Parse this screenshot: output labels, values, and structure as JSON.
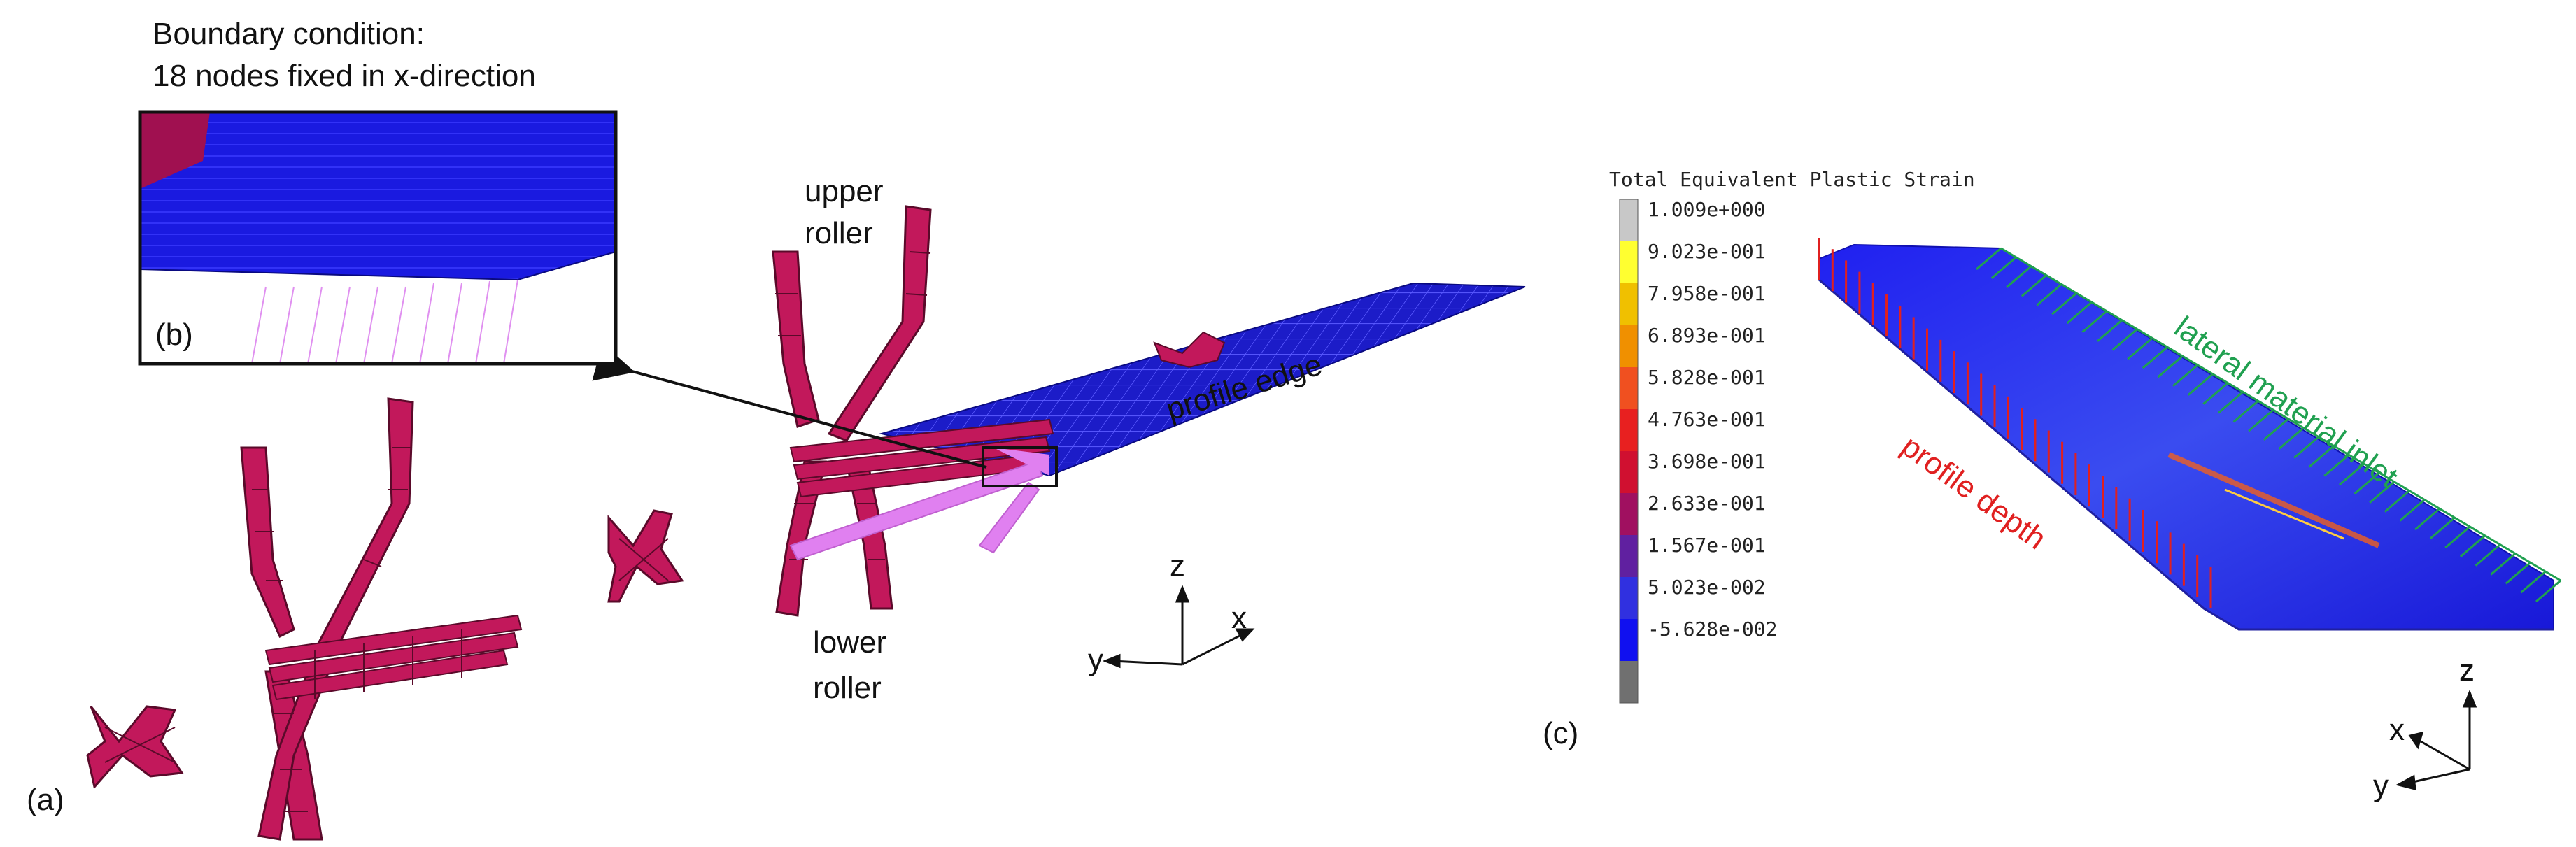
{
  "panel_a": {
    "label": "(a)",
    "bc_line1": "Boundary condition:",
    "bc_line2": "18 nodes fixed in x-direction",
    "inset_label": "(b)",
    "upper_roller_1": "upper",
    "upper_roller_2": "roller",
    "lower_roller_1": "lower",
    "lower_roller_2": "roller",
    "profile_edge": "profile edge",
    "axes": {
      "z": "z",
      "x": "x",
      "y": "y"
    }
  },
  "panel_c": {
    "label": "(c)",
    "legend_title": "Total Equivalent Plastic Strain",
    "legend": [
      {
        "value": "1.009e+000",
        "color": "#c8c8c8"
      },
      {
        "value": "9.023e-001",
        "color": "#ffff30"
      },
      {
        "value": "7.958e-001",
        "color": "#f0c000"
      },
      {
        "value": "6.893e-001",
        "color": "#f09000"
      },
      {
        "value": "5.828e-001",
        "color": "#f05020"
      },
      {
        "value": "4.763e-001",
        "color": "#e82020"
      },
      {
        "value": "3.698e-001",
        "color": "#d01030"
      },
      {
        "value": "2.633e-001",
        "color": "#a01060"
      },
      {
        "value": "1.567e-001",
        "color": "#6020a0"
      },
      {
        "value": "5.023e-002",
        "color": "#3030e0"
      },
      {
        "value": "-5.628e-002",
        "color": "#1010f0"
      },
      {
        "value": "",
        "color": "#707070"
      }
    ],
    "profile_depth": "profile depth",
    "lateral_inlet": "lateral material inlet",
    "axes": {
      "z": "z",
      "x": "x",
      "y": "y"
    }
  },
  "colors": {
    "roller": "#c2185b",
    "roller_dark": "#5a0a2a",
    "sheet": "#2a2ad0",
    "sheet_mesh": "#6060ff",
    "bc_arrow": "#e080f0",
    "depth_red": "#e02020",
    "inlet_green": "#20a050"
  }
}
